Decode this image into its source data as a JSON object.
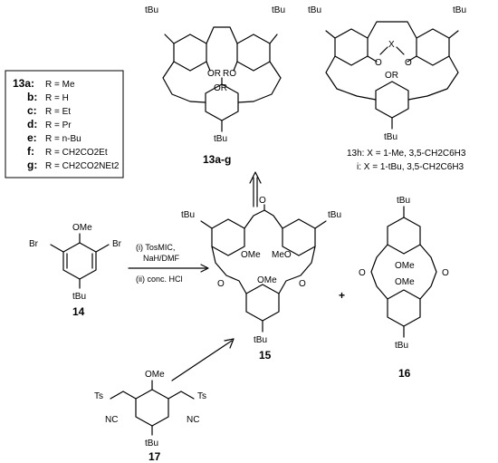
{
  "legend": {
    "items": [
      {
        "id": "13a:",
        "text": "R = Me"
      },
      {
        "id": "b:",
        "text": "R = H"
      },
      {
        "id": "c:",
        "text": "R = Et"
      },
      {
        "id": "d:",
        "text": "R = Pr"
      },
      {
        "id": "e:",
        "text": "R = n-Bu"
      },
      {
        "id": "f:",
        "text": "R = CH2CO2Et"
      },
      {
        "id": "g:",
        "text": "R = CH2CO2NEt2"
      }
    ]
  },
  "compounds": {
    "c13ag": "13a-g",
    "c13h": "13h: X = 1-Me, 3,5-CH2C6H3",
    "c13i": "i: X = 1-tBu, 3,5-CH2C6H3",
    "c14": "14",
    "c15": "15",
    "c16": "16",
    "c17": "17"
  },
  "atoms": {
    "tBu": "tBu",
    "OR": "OR",
    "RO": "RO",
    "O": "O",
    "X": "X",
    "OMe": "OMe",
    "MeO": "MeO",
    "Br": "Br",
    "Ts": "Ts",
    "NC": "NC"
  },
  "reaction": {
    "step1": "(i) TosMIC,",
    "step1b": "NaH/DMF",
    "step2": "(ii) conc. HCl",
    "plus": "+"
  }
}
